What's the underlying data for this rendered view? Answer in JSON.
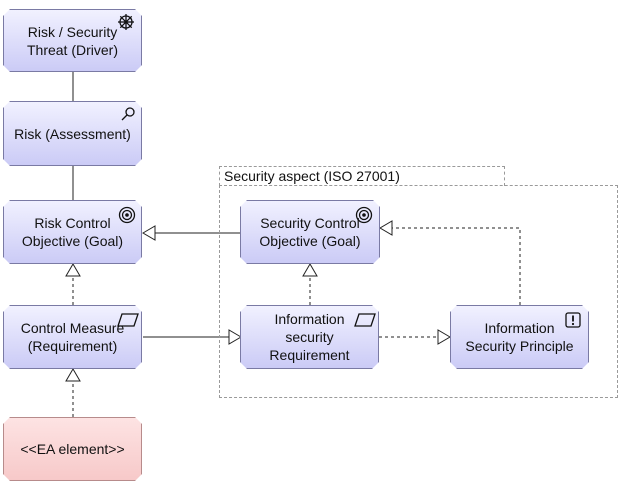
{
  "diagram": {
    "group": {
      "label": "Security aspect (ISO 27001)"
    },
    "nodes": {
      "threat": {
        "label": "Risk / Security\nThreat (Driver)",
        "icon": "driver-icon"
      },
      "risk": {
        "label": "Risk (Assessment)",
        "icon": "assessment-icon"
      },
      "risk_goal": {
        "label": "Risk Control\nObjective (Goal)",
        "icon": "goal-icon"
      },
      "control": {
        "label": "Control Measure\n(Requirement)",
        "icon": "requirement-icon"
      },
      "ea": {
        "label": "<<EA element>>"
      },
      "sec_goal": {
        "label": "Security Control\nObjective (Goal)",
        "icon": "goal-icon"
      },
      "info_req": {
        "label": "Information\nsecurity\nRequirement",
        "icon": "requirement-icon"
      },
      "principle": {
        "label": "Information\nSecurity Principle",
        "icon": "principle-icon"
      }
    },
    "colors": {
      "node_fill_top": "#f1f1ff",
      "node_fill_bottom": "#cbcbf6",
      "node_border": "#7a7aa4",
      "ea_fill": "#f7c9c9",
      "group_border": "#9a9a9a"
    }
  }
}
